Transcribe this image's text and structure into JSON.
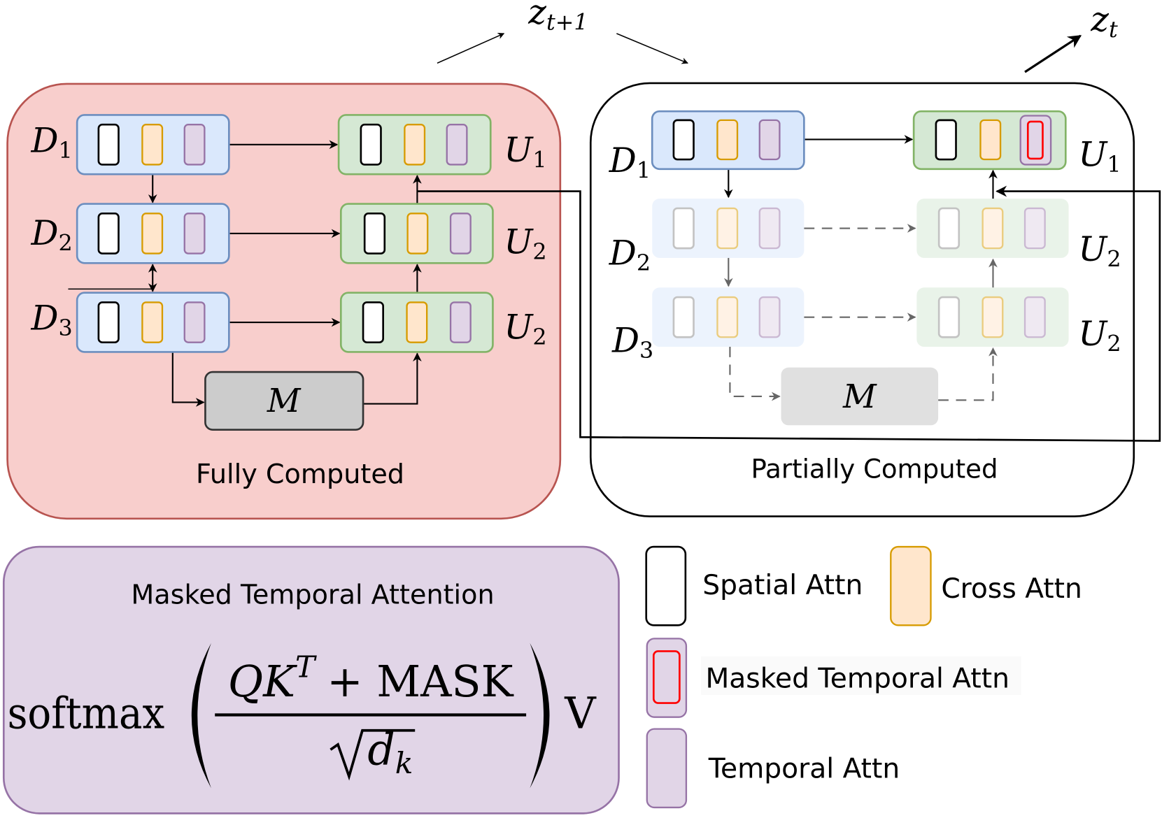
{
  "latents": {
    "previous": {
      "base": "z",
      "sub": "t+1"
    },
    "next": {
      "base": "z",
      "sub": "t"
    }
  },
  "fully_computed": {
    "caption": "Fully Computed",
    "down_blocks": [
      {
        "base": "D",
        "sub": "1"
      },
      {
        "base": "D",
        "sub": "2"
      },
      {
        "base": "D",
        "sub": "3"
      }
    ],
    "up_blocks": [
      {
        "base": "U",
        "sub": "1"
      },
      {
        "base": "U",
        "sub": "2"
      },
      {
        "base": "U",
        "sub": "2"
      }
    ],
    "middle_block": "M"
  },
  "partially_computed": {
    "caption": "Partially Computed",
    "down_blocks": [
      {
        "base": "D",
        "sub": "1"
      },
      {
        "base": "D",
        "sub": "2"
      },
      {
        "base": "D",
        "sub": "3"
      }
    ],
    "up_blocks": [
      {
        "base": "U",
        "sub": "1"
      },
      {
        "base": "U",
        "sub": "2"
      },
      {
        "base": "U",
        "sub": "2"
      }
    ],
    "middle_block": "M"
  },
  "formula_panel": {
    "title": "Masked Temporal Attention",
    "function": "softmax",
    "numerator": {
      "base": "QK",
      "sup": "T",
      "rest": "+ MASK"
    },
    "denominator": {
      "base": "d",
      "sub": "k"
    },
    "suffix": "V"
  },
  "legend": {
    "spatial": "Spatial Attn",
    "cross": "Cross Attn",
    "masked_temporal": "Masked Temporal Attn",
    "temporal": "Temporal Attn"
  },
  "colors": {
    "fully_fill": "#f8cecc",
    "fully_stroke": "#b85450",
    "down_fill": "#dae8fc",
    "down_stroke": "#6c8ebf",
    "up_fill": "#d5e8d4",
    "up_stroke": "#82b366",
    "spatial_fill": "#ffffff",
    "spatial_stroke": "#000000",
    "cross_fill": "#ffe6cc",
    "cross_stroke": "#d79b00",
    "temporal_fill": "#e1d5e7",
    "temporal_stroke": "#9673a6",
    "mask_stroke": "#ff0000",
    "middle_fill": "#cccccc",
    "middle_stroke": "#333333"
  }
}
